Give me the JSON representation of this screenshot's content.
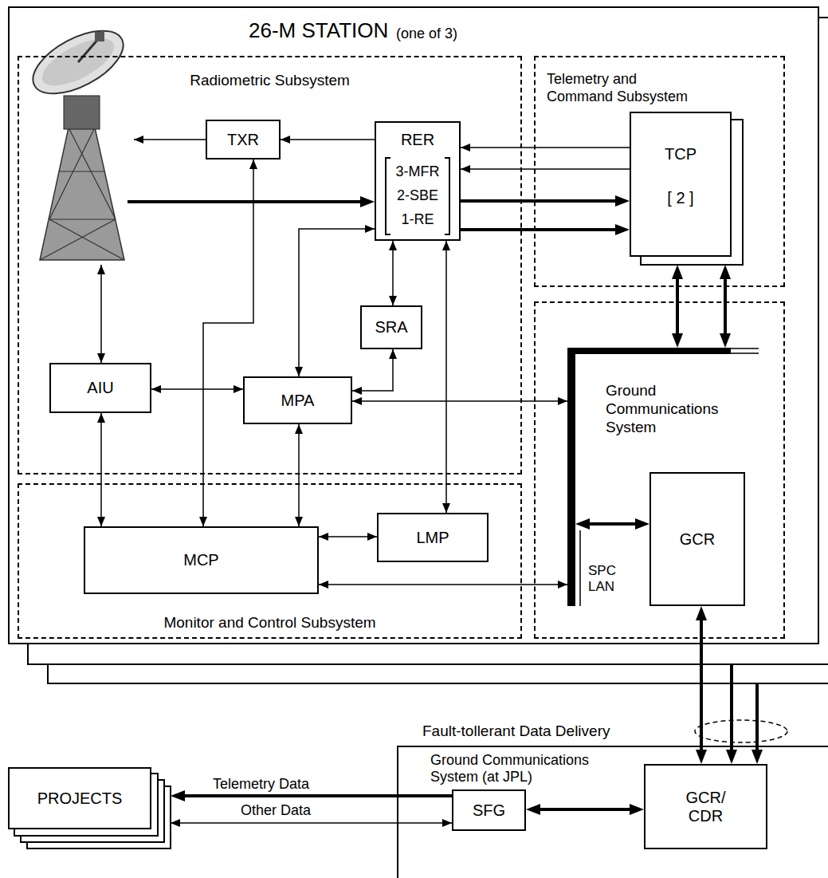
{
  "diagram": {
    "nodes": [
      {
        "text": [
          "26-M STATION",
          "(one of 3)"
        ]
      },
      {
        "text": [
          "Radiometric Subsystem"
        ],
        "in": 0
      },
      {
        "text": [
          "TXR"
        ],
        "in": 1
      },
      {
        "text": [
          "RER",
          "3-MFR 2-SBE 1-RE"
        ],
        "in": 1
      },
      {
        "text": [
          "SRA"
        ],
        "in": 1
      },
      {
        "text": [
          "AIU"
        ],
        "in": 1
      },
      {
        "text": [
          "MPA"
        ],
        "in": 1
      },
      {
        "text": [
          "Telemetry and Command Subsystem"
        ],
        "in": 0
      },
      {
        "text": [
          "TCP",
          "[ 2 ]"
        ],
        "in": 7
      },
      {
        "text": [
          "Ground Communications System"
        ],
        "in": 0
      },
      {
        "text": [
          "SPC LAN"
        ],
        "in": 9
      },
      {
        "text": [
          "GCR"
        ],
        "in": 9
      },
      {
        "text": [
          "Monitor and Control Subsystem"
        ],
        "in": 0
      },
      {
        "text": [
          "MCP"
        ],
        "in": 12
      },
      {
        "text": [
          "LMP"
        ],
        "in": 12
      },
      {
        "text": [
          "Ground Communications System (at JPL)"
        ]
      },
      {
        "text": [
          "SFG"
        ],
        "in": 15
      },
      {
        "text": [
          "GCR/ CDR"
        ],
        "in": 15
      },
      {
        "text": [
          "PROJECTS"
        ]
      }
    ],
    "edges": [
      {
        "from": 3,
        "to": 2,
        "arrow": "to"
      },
      {
        "from": 8,
        "to": 3,
        "arrow": "to"
      },
      {
        "from": 8,
        "to": 3,
        "arrow": "to"
      },
      {
        "from": 3,
        "to": 8,
        "arrow": "to"
      },
      {
        "from": 3,
        "to": 8,
        "arrow": "to"
      },
      {
        "from": 3,
        "to": 6,
        "arrow": "both"
      },
      {
        "from": 3,
        "to": 4,
        "arrow": "both"
      },
      {
        "from": 4,
        "to": 6,
        "arrow": "both"
      },
      {
        "from": 3,
        "to": 14,
        "arrow": "both"
      },
      {
        "from": 2,
        "to": 13,
        "arrow": "both"
      },
      {
        "from": 5,
        "to": 6,
        "arrow": "both"
      },
      {
        "from": 5,
        "to": 13,
        "arrow": "both"
      },
      {
        "from": 6,
        "to": 13,
        "arrow": "both"
      },
      {
        "from": 6,
        "to": 10,
        "arrow": "both"
      },
      {
        "from": 13,
        "to": 14,
        "arrow": "both"
      },
      {
        "from": 13,
        "to": 10,
        "arrow": "both"
      },
      {
        "from": 8,
        "to": 10,
        "arrow": "both"
      },
      {
        "from": 8,
        "to": 10,
        "arrow": "both"
      },
      {
        "from": 10,
        "to": 11,
        "arrow": "both"
      },
      {
        "from": 11,
        "to": 17,
        "arrow": "both"
      },
      {
        "from": 16,
        "to": 17,
        "arrow": "both"
      },
      {
        "from": 16,
        "to": 18,
        "arrow": "to",
        "label": "Telemetry Data"
      },
      {
        "from": 18,
        "to": 16,
        "arrow": "both",
        "label": "Other Data"
      }
    ],
    "labels": [
      "Fault-tollerant Data Delivery"
    ]
  }
}
